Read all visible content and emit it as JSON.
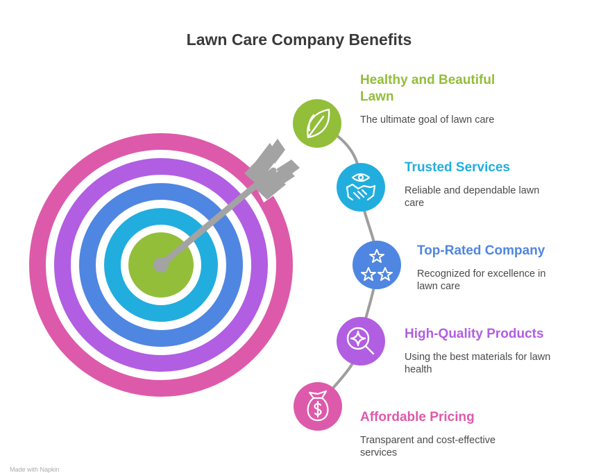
{
  "title": "Lawn Care Company Benefits",
  "target": {
    "rings": [
      "#dd5aaa",
      "#b15ee2",
      "#4f86e1",
      "#21aede",
      "#92be3a"
    ]
  },
  "items": [
    {
      "title": "Healthy and Beautiful Lawn",
      "description": "The ultimate goal of lawn care",
      "color": "#92be3a",
      "icon": "leaf-icon"
    },
    {
      "title": "Trusted Services",
      "description": "Reliable and dependable lawn care",
      "color": "#21aede",
      "icon": "handshake-eye-icon"
    },
    {
      "title": "Top-Rated Company",
      "description": "Recognized for excellence in lawn care",
      "color": "#4f86e1",
      "icon": "stars-icon"
    },
    {
      "title": "High-Quality Products",
      "description": "Using the best materials for lawn health",
      "color": "#b15ee2",
      "icon": "magnifier-sparkle-icon"
    },
    {
      "title": "Affordable Pricing",
      "description": "Transparent and cost-effective services",
      "color": "#dd5aaa",
      "icon": "money-bag-icon"
    }
  ],
  "footer": "Made with Napkin"
}
